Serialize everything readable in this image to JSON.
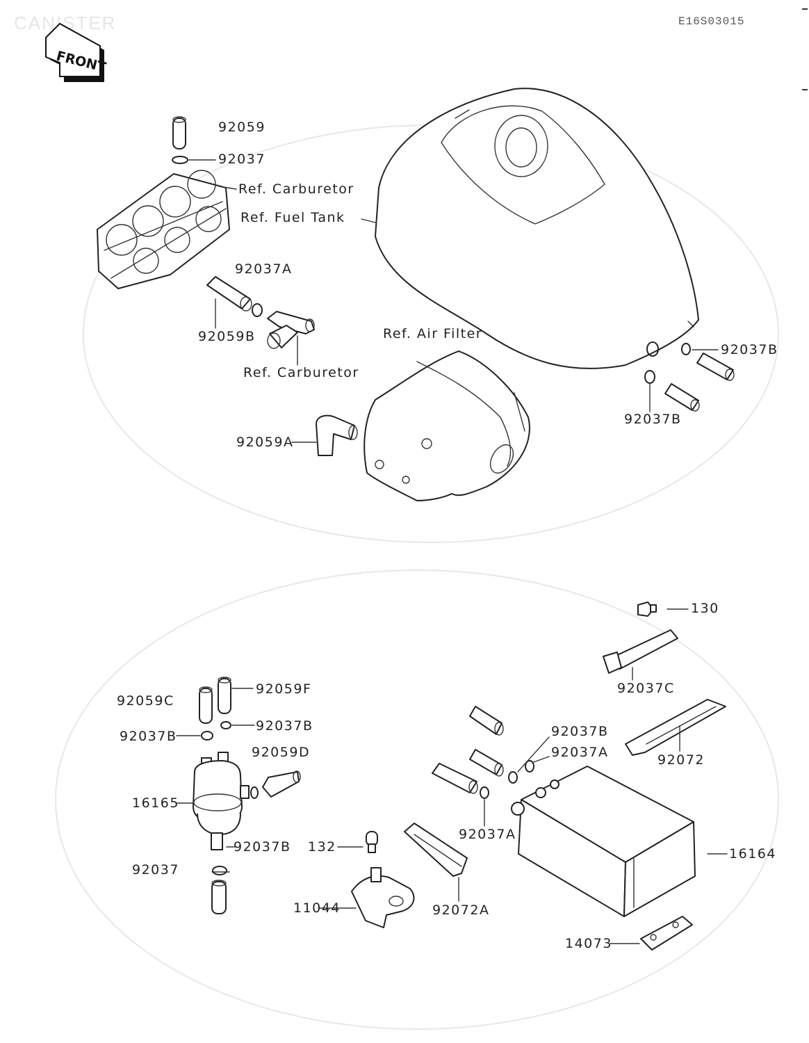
{
  "header": {
    "title": "CANISTER",
    "code": "E16S03015",
    "front_badge": "FRONT"
  },
  "labels": {
    "p92059": "92059",
    "p92037": "92037",
    "ref_carb_top": "Ref. Carburetor",
    "ref_fuel_tank": "Ref. Fuel Tank",
    "p92037A_top": "92037A",
    "p92059B": "92059B",
    "ref_carb_mid": "Ref. Carburetor",
    "ref_air_filter": "Ref. Air Filter",
    "p92037B_right": "92037B",
    "p92037B_right2": "92037B",
    "p92059A": "92059A",
    "p130": "130",
    "p92037C": "92037C",
    "p92059C": "92059C",
    "p92059F": "92059F",
    "p92037B_left": "92037B",
    "p92037B_left2": "92037B",
    "p92059D": "92059D",
    "p92037B_mid": "92037B",
    "p92037A_mid": "92037A",
    "p92072": "92072",
    "p16165": "16165",
    "p92037B_low": "92037B",
    "p92037A_low": "92037A",
    "p16164": "16164",
    "p92037_low": "92037",
    "p132": "132",
    "p11044": "11044",
    "p92072A": "92072A",
    "p14073": "14073"
  }
}
